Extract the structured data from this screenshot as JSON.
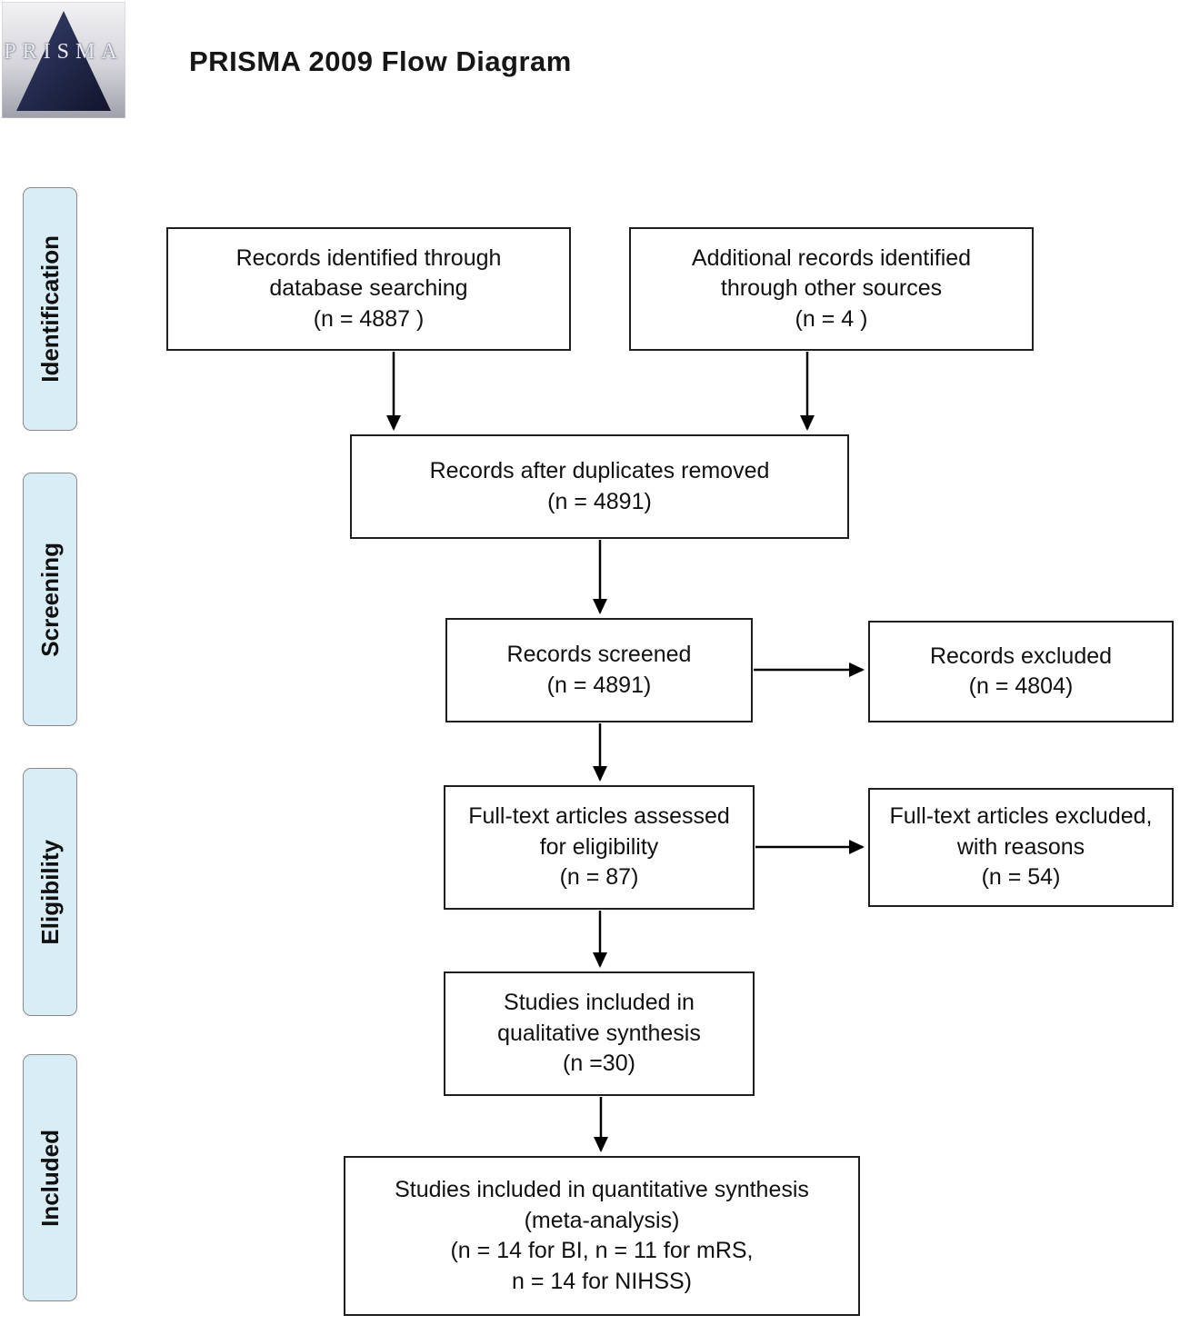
{
  "header": {
    "title": "PRISMA 2009 Flow Diagram",
    "logo_text": "PRISMA"
  },
  "stages": [
    {
      "id": "identification",
      "label": "Identification"
    },
    {
      "id": "screening",
      "label": "Screening"
    },
    {
      "id": "eligibility",
      "label": "Eligibility"
    },
    {
      "id": "included",
      "label": "Included"
    }
  ],
  "boxes": [
    {
      "id": "records-identified-database",
      "text": "Records identified through\ndatabase searching\n(n = 4887 )"
    },
    {
      "id": "additional-records-other-sources",
      "text": "Additional records identified\nthrough other sources\n(n =  4 )"
    },
    {
      "id": "records-after-duplicates",
      "text": "Records after duplicates removed\n(n = 4891)"
    },
    {
      "id": "records-screened",
      "text": "Records screened\n(n = 4891)"
    },
    {
      "id": "records-excluded",
      "text": "Records excluded\n(n = 4804)"
    },
    {
      "id": "fulltext-assessed",
      "text": "Full-text articles assessed\nfor eligibility\n(n = 87)"
    },
    {
      "id": "fulltext-excluded",
      "text": "Full-text articles excluded,\nwith reasons\n(n = 54)"
    },
    {
      "id": "qualitative-synthesis",
      "text": "Studies included in\nqualitative synthesis\n(n =30)"
    },
    {
      "id": "quantitative-synthesis",
      "text": "Studies included in quantitative synthesis\n(meta-analysis)\n(n = 14 for BI, n = 11 for mRS,\nn = 14 for NIHSS)"
    }
  ],
  "colors": {
    "stage_fill": "#d9edf7",
    "stage_border": "#8a8a8a",
    "box_border": "#1f1f1f",
    "arrow": "#000000",
    "logo_triangle": "#232a4d"
  }
}
